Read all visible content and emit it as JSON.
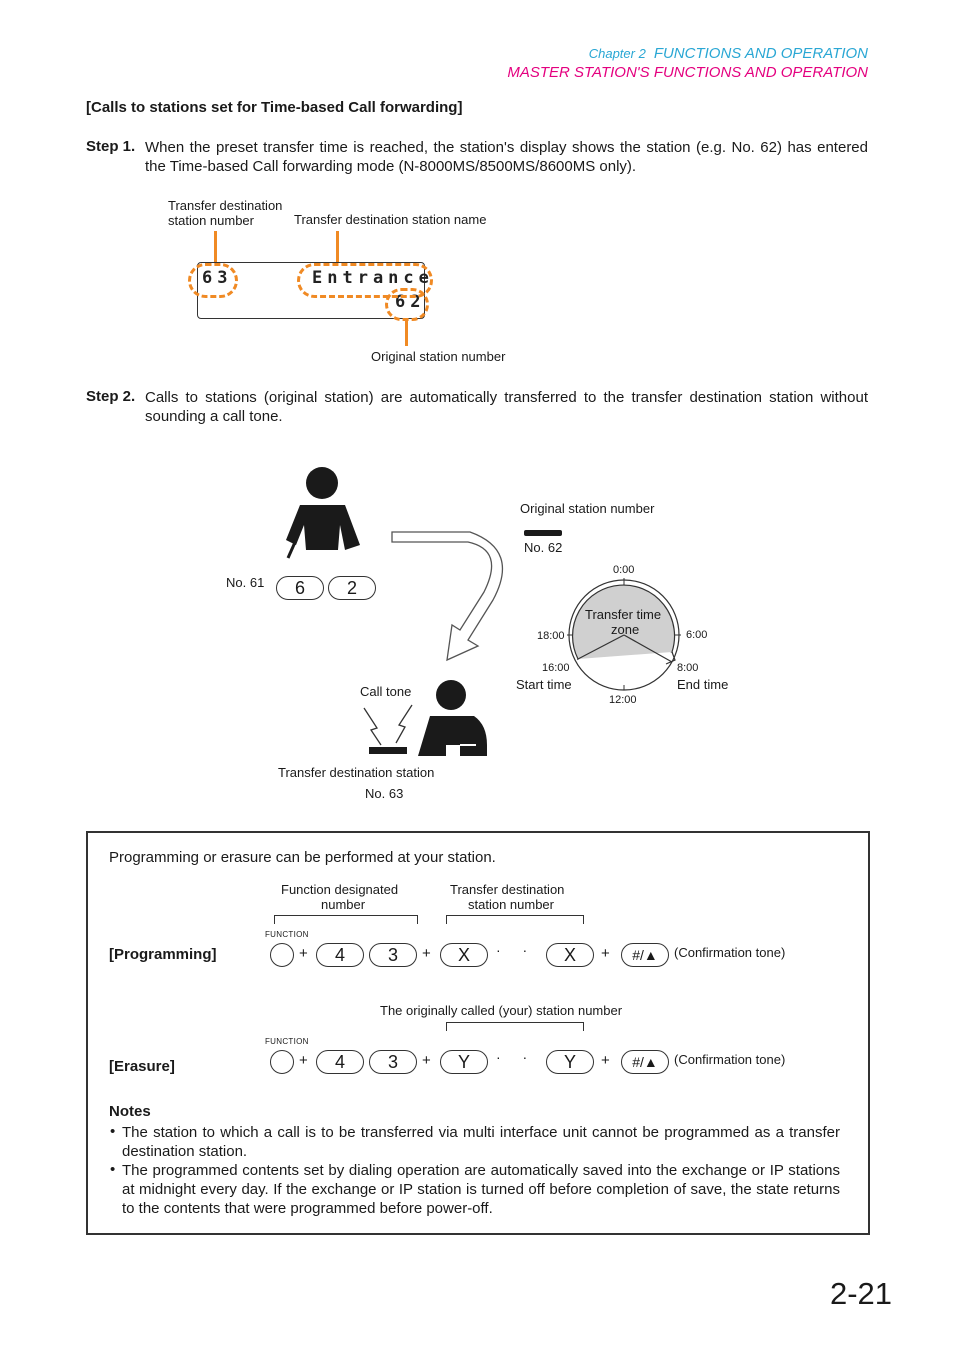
{
  "header": {
    "chapter": "Chapter 2",
    "chapter_title": "FUNCTIONS AND OPERATION",
    "section": "MASTER STATION'S FUNCTIONS AND OPERATION"
  },
  "section_title": "[Calls to stations set for Time-based Call forwarding]",
  "step1": {
    "label": "Step 1.",
    "text": "When the preset transfer time is reached, the station's display shows the station (e.g. No. 62) has entered the Time-based Call forwarding mode (N-8000MS/8500MS/8600MS only)."
  },
  "display": {
    "label_dest_number_1": "Transfer destination",
    "label_dest_number_2": "station number",
    "label_dest_name": "Transfer destination station name",
    "label_original": "Original station number",
    "lcd_left": "63",
    "lcd_name": "Entrance",
    "lcd_bottom": "62"
  },
  "step2": {
    "label": "Step 2.",
    "text": "Calls to stations (original station) are automatically transferred to the transfer destination station without sounding a call tone."
  },
  "diagram": {
    "caller_no": "No. 61",
    "dial_key_1": "6",
    "dial_key_2": "2",
    "original_label": "Original station number",
    "original_no": "No. 62",
    "call_tone": "Call tone",
    "dest_label": "Transfer destination station",
    "dest_no": "No. 63",
    "clock": {
      "t0": "0:00",
      "t6": "6:00",
      "t12": "12:00",
      "t18": "18:00",
      "t16": "16:00",
      "t8": "8:00",
      "start": "Start time",
      "end": "End time",
      "zone_1": "Transfer time",
      "zone_2": "zone"
    }
  },
  "box": {
    "intro": "Programming or erasure can be performed at your station.",
    "bracket_fn_1": "Function designated",
    "bracket_fn_2": "number",
    "bracket_dest_1": "Transfer destination",
    "bracket_dest_2": "station number",
    "bracket_orig": "The originally called (your) station number",
    "programming_label": "[Programming]",
    "erasure_label": "[Erasure]",
    "function_label": "FUNCTION",
    "plus": "+",
    "key4": "4",
    "key3": "3",
    "keyX": "X",
    "keyY": "Y",
    "key_hash": "#/▲",
    "ellipsis": "· · ·",
    "confirm": "(Confirmation tone)",
    "notes_title": "Notes",
    "bullet": "•",
    "note1": "The station to which a call is to be transferred via multi interface unit cannot be programmed as a transfer destination station.",
    "note2": "The programmed contents set by dialing operation are automatically saved into the exchange or IP stations at midnight every day. If the exchange or IP station is turned off before completion of save, the state returns to the contents that were programmed before power-off."
  },
  "page_number": "2-21",
  "colors": {
    "accent_pink": "#e4007f",
    "accent_blue": "#2aa7d4",
    "dashed_orange": "#f08a24"
  }
}
